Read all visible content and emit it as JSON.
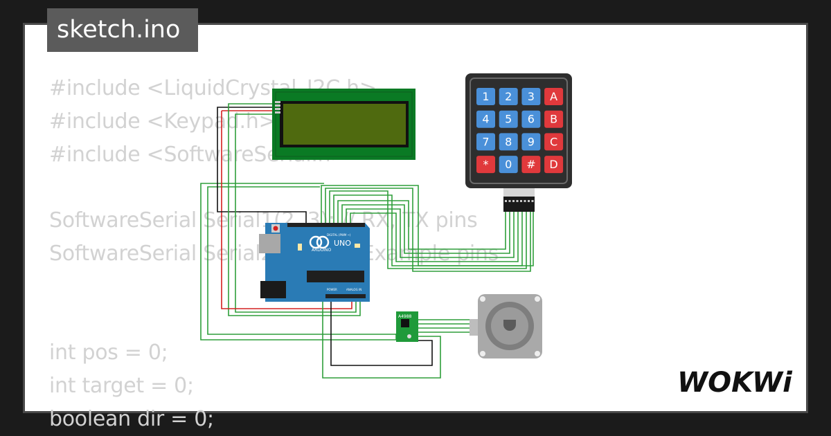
{
  "file_name": "sketch.ino",
  "code_lines": [
    "#include <LiquidCrystal_I2C.h>",
    "#include <Keypad.h>",
    "#include <SoftwareSerial.h>",
    "",
    "SoftwareSerial Serial1(2, 3); // RX, TX pins",
    "SoftwareSerial Serial2(4, 5); // Example pins",
    "",
    "",
    "int pos = 0;",
    "int target = 0;",
    "boolean dir = 0;"
  ],
  "keypad_keys": [
    "1",
    "2",
    "3",
    "A",
    "4",
    "5",
    "6",
    "B",
    "7",
    "8",
    "9",
    "C",
    "*",
    "0",
    "#",
    "D"
  ],
  "arduino": {
    "brand": "ARDUINO",
    "model": "UNO",
    "digital_label": "DIGITAL (PWM ~)",
    "power_label": "POWER",
    "analog_label": "ANALOG IN"
  },
  "driver_label": "A4988",
  "logo_text": "WOKWi",
  "colors": {
    "background": "#1b1b1b",
    "canvas": "#ffffff",
    "code_text": "#d2d2d2",
    "lcd_pcb": "#0a7a24",
    "lcd_screen": "#4f6a0f",
    "arduino_blue": "#2a7bb5",
    "keypad_body": "#2e2e2e",
    "key_blue": "#4a90d9",
    "key_red": "#e0393c",
    "wire_green": "#2e9e3a",
    "wire_red": "#d32020",
    "wire_black": "#111111"
  }
}
